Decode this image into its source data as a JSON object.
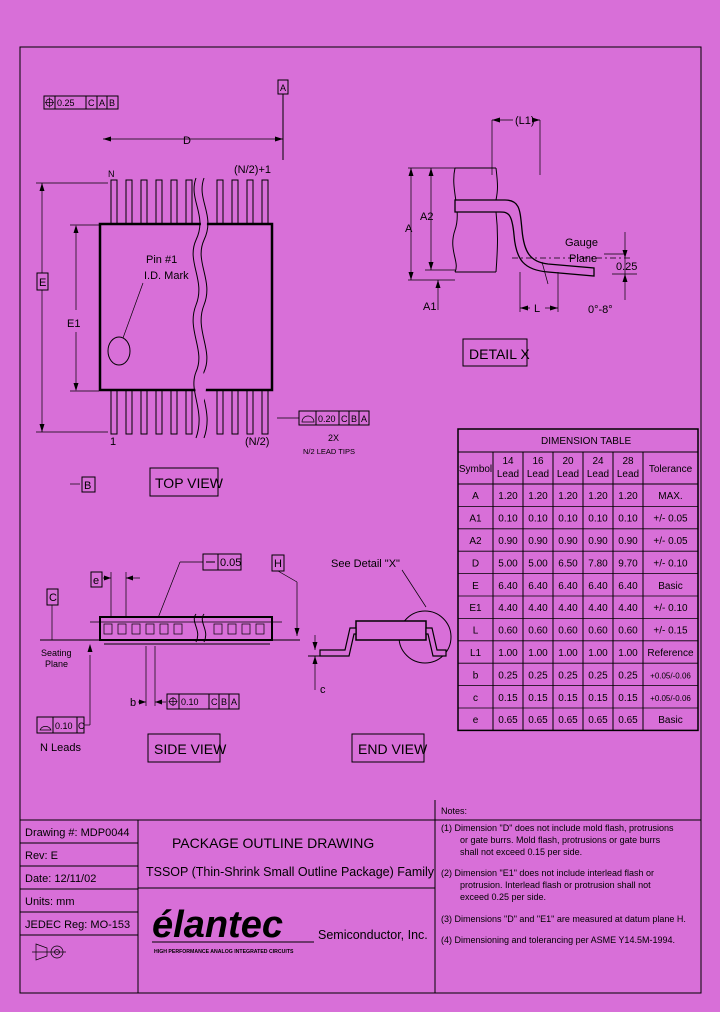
{
  "top_view": {
    "ref_a": "A",
    "tol_frame": [
      "0.25",
      "C",
      "A",
      "B"
    ],
    "dim_d": "D",
    "label_n": "N",
    "label_n2_plus1": "(N/2)+1",
    "datum_e": "E",
    "dim_e1": "E1",
    "pin_mark": [
      "Pin #1",
      "I.D. Mark"
    ],
    "label_1": "1",
    "label_n2": "(N/2)",
    "lead_frame": [
      "0.20",
      "C",
      "B",
      "A"
    ],
    "lead_note": [
      "2X",
      "N/2 LEAD TIPS"
    ],
    "title": "TOP VIEW",
    "datum_b": "B"
  },
  "detail_view": {
    "dim_l1": "(L1)",
    "dim_a": "A",
    "dim_a2": "A2",
    "gauge": [
      "Gauge",
      "Plane"
    ],
    "dim_025": "0.25",
    "dim_a1": "A1",
    "dim_l": "L",
    "angle": "0°-8°",
    "title": "DETAIL X"
  },
  "side_view": {
    "tol_005": "0.05",
    "datum_h": "H",
    "dim_e": "e",
    "datum_c": "C",
    "seating": [
      "Seating",
      "Plane"
    ],
    "dim_b": "b",
    "b_frame": [
      "0.10",
      "C",
      "B",
      "A"
    ],
    "coplan_frame": [
      "0.10",
      "C"
    ],
    "n_leads": "N Leads",
    "title": "SIDE VIEW"
  },
  "end_view": {
    "see_detail": "See Detail \"X\"",
    "dim_c": "c",
    "title": "END VIEW"
  },
  "dimension_table": {
    "title": "DIMENSION TABLE",
    "headers": [
      [
        "Symbol"
      ],
      [
        "14",
        "Lead"
      ],
      [
        "16",
        "Lead"
      ],
      [
        "20",
        "Lead"
      ],
      [
        "24",
        "Lead"
      ],
      [
        "28",
        "Lead"
      ],
      [
        "Tolerance"
      ]
    ],
    "rows": [
      [
        "A",
        "1.20",
        "1.20",
        "1.20",
        "1.20",
        "1.20",
        "MAX."
      ],
      [
        "A1",
        "0.10",
        "0.10",
        "0.10",
        "0.10",
        "0.10",
        "+/- 0.05"
      ],
      [
        "A2",
        "0.90",
        "0.90",
        "0.90",
        "0.90",
        "0.90",
        "+/- 0.05"
      ],
      [
        "D",
        "5.00",
        "5.00",
        "6.50",
        "7.80",
        "9.70",
        "+/- 0.10"
      ],
      [
        "E",
        "6.40",
        "6.40",
        "6.40",
        "6.40",
        "6.40",
        "Basic"
      ],
      [
        "E1",
        "4.40",
        "4.40",
        "4.40",
        "4.40",
        "4.40",
        "+/- 0.10"
      ],
      [
        "L",
        "0.60",
        "0.60",
        "0.60",
        "0.60",
        "0.60",
        "+/- 0.15"
      ],
      [
        "L1",
        "1.00",
        "1.00",
        "1.00",
        "1.00",
        "1.00",
        "Reference"
      ],
      [
        "b",
        "0.25",
        "0.25",
        "0.25",
        "0.25",
        "0.25",
        "+0.05/-0.06"
      ],
      [
        "c",
        "0.15",
        "0.15",
        "0.15",
        "0.15",
        "0.15",
        "+0.05/-0.06"
      ],
      [
        "e",
        "0.65",
        "0.65",
        "0.65",
        "0.65",
        "0.65",
        "Basic"
      ]
    ]
  },
  "title_block": {
    "drawing": "Drawing #: MDP0044",
    "rev": "Rev: E",
    "date": "Date: 12/11/02",
    "units": "Units: mm",
    "jedec": "JEDEC Reg: MO-153",
    "heading": "PACKAGE OUTLINE DRAWING",
    "subheading": "TSSOP (Thin-Shrink Small Outline Package) Family",
    "logo": "élantec",
    "company": "Semiconductor, Inc.",
    "tagline": "HIGH PERFORMANCE ANALOG INTEGRATED CIRCUITS"
  },
  "notes": {
    "heading": "Notes:",
    "lines": [
      "(1) Dimension \"D\" does not include mold flash, protrusions",
      "or gate burrs. Mold flash, protrusions or gate burrs",
      "shall not exceed 0.15 per side.",
      "(2) Dimension \"E1\" does not include interlead flash or",
      "protrusion. Interlead flash or protrusion shall not",
      "exceed 0.25 per side.",
      "(3) Dimensions \"D\" and \"E1\" are measured at datum plane H.",
      "(4) Dimensioning and tolerancing per ASME Y14.5M-1994."
    ]
  }
}
